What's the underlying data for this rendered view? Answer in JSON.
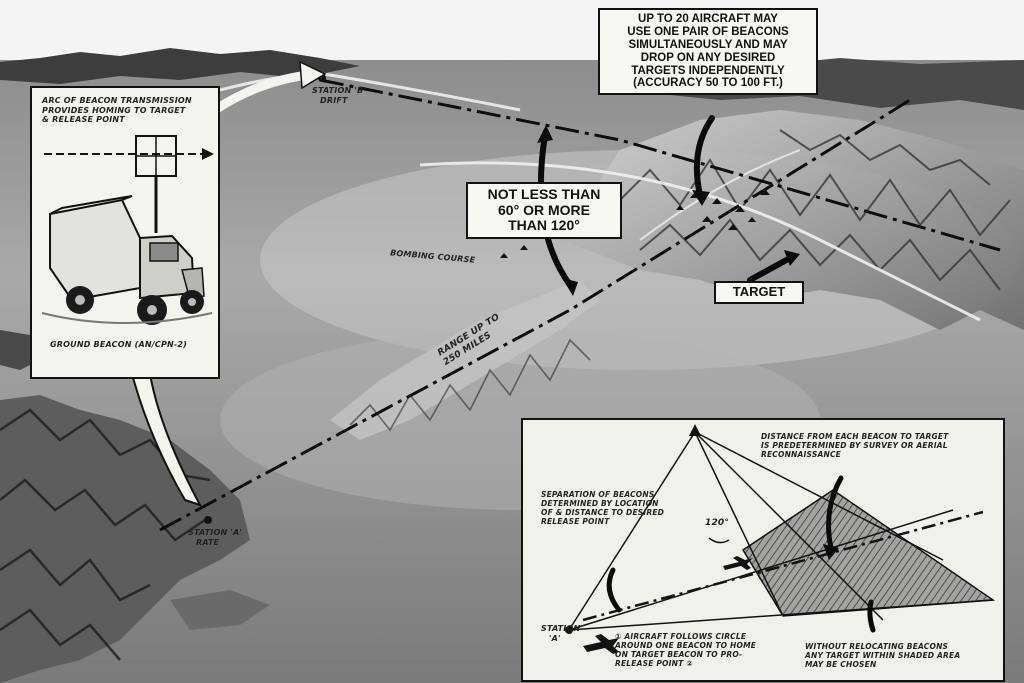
{
  "callouts": {
    "aircraft_lines": [
      "UP TO 20 AIRCRAFT MAY",
      "USE ONE PAIR OF BEACONS",
      "SIMULTANEOUSLY AND MAY",
      "DROP ON ANY DESIRED",
      "TARGETS INDEPENDENTLY",
      "(ACCURACY 50 TO 100 FT.)"
    ],
    "angle_lines": [
      "NOT LESS THAN",
      "60° OR MORE",
      "THAN 120°"
    ],
    "target": "TARGET"
  },
  "terrain_labels": {
    "station_b_lines": [
      "STATION 'B'",
      "DRIFT"
    ],
    "station_a_lines": [
      "STATION 'A'",
      "RATE"
    ],
    "bombing_course": "BOMBING COURSE",
    "range_lines": [
      "RANGE UP TO",
      "250 MILES"
    ]
  },
  "left_inset": {
    "caption_lines": [
      "ARC OF BEACON TRANSMISSION",
      "PROVIDES HOMING TO TARGET",
      "& RELEASE POINT"
    ],
    "beacon_label": "GROUND BEACON (AN/CPN-2)"
  },
  "right_inset": {
    "distance_note_lines": [
      "DISTANCE FROM EACH BEACON TO TARGET",
      "IS PREDETERMINED BY SURVEY OR AERIAL",
      "RECONNAISSANCE"
    ],
    "separation_note_lines": [
      "SEPARATION OF BEACONS",
      "DETERMINED BY LOCATION",
      "OF & DISTANCE TO DESIRED",
      "RELEASE POINT"
    ],
    "angle_label": "120°",
    "station_a_lines": [
      "STATION",
      "'A'"
    ],
    "aircraft_note_lines": [
      "① AIRCRAFT FOLLOWS CIRCLE",
      "AROUND ONE BEACON TO HOME",
      "ON TARGET BEACON TO PRO-",
      "RELEASE POINT ②"
    ],
    "relocation_note_lines": [
      "WITHOUT RELOCATING BEACONS",
      "ANY TARGET WITHIN SHADED AREA",
      "MAY BE CHOSEN"
    ]
  }
}
